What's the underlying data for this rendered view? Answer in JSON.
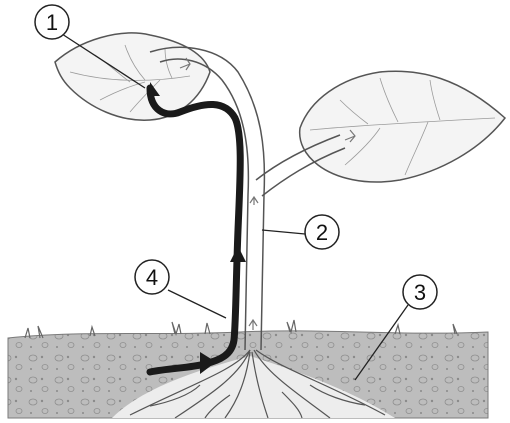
{
  "callouts": [
    {
      "id": "1",
      "text": "1"
    },
    {
      "id": "2",
      "text": "2"
    },
    {
      "id": "3",
      "text": "3"
    },
    {
      "id": "4",
      "text": "4"
    }
  ],
  "colors": {
    "soil": "#b9b9b9",
    "outline": "#555555",
    "dark_path": "#1a1a1a",
    "leaf_fill": "#f4f4f4"
  }
}
